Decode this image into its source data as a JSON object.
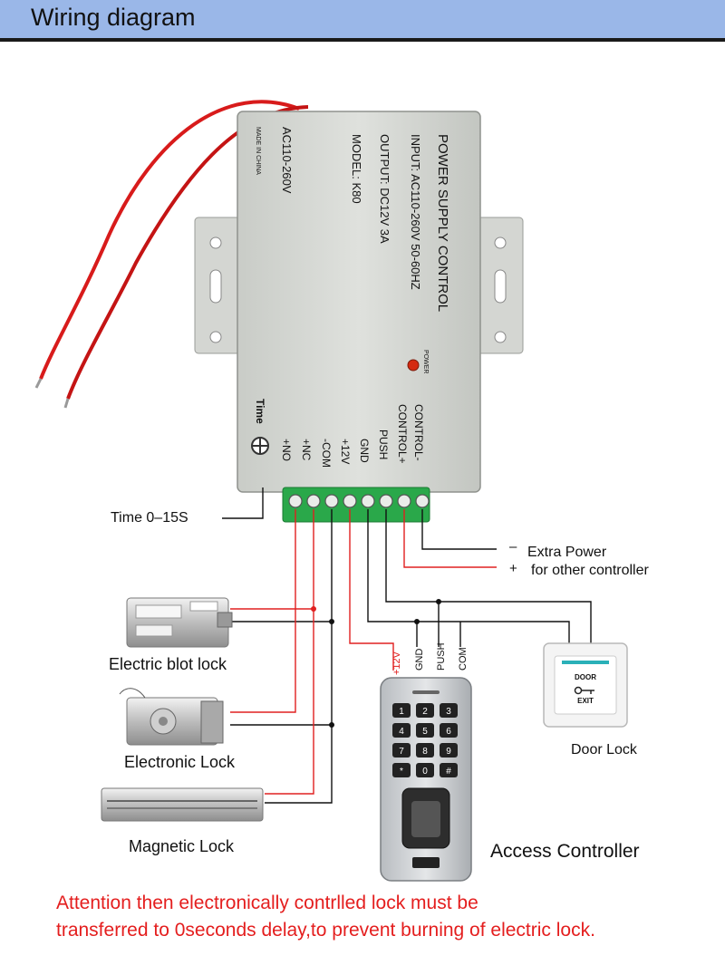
{
  "header": {
    "title": "Wiring diagram"
  },
  "power_supply": {
    "brand_line": "POWER SUPPLY CONTROL",
    "input_line": "INPUT: AC110-260V 50-60HZ",
    "output_line": "OUTPUT: DC12V 3A",
    "model_line": "MODEL: K80",
    "ac_line": "AC110-260V",
    "made_in": "MADE IN CHINA",
    "power_led_label": "POWER",
    "time_label": "Time",
    "terminals": [
      "+NO",
      "+NC",
      "-COM",
      "+12V",
      "GND",
      "PUSH",
      "CONTROL+",
      "CONTROL-"
    ]
  },
  "callouts": {
    "time_range": "Time    0–15S",
    "extra_minus": "–",
    "extra_power": "Extra Power",
    "extra_plus": "+",
    "other_controller": "for other controller"
  },
  "access_wires": {
    "v12": "+12V",
    "gnd": "GND",
    "push": "PUSH",
    "com": "COM"
  },
  "devices": {
    "blot_lock": "Electric blot lock",
    "electronic_lock": "Electronic Lock",
    "magnetic_lock": "Magnetic Lock",
    "access_controller": "Access Controller",
    "door_lock": "Door Lock",
    "exit_door": "DOOR",
    "exit_exit": "EXIT"
  },
  "keypad": [
    "1",
    "2",
    "3",
    "4",
    "5",
    "6",
    "7",
    "8",
    "9",
    "*",
    "0",
    "#"
  ],
  "attention": {
    "line1": "Attention then electronically contrlled lock must be",
    "line2": "transferred to 0seconds delay,to prevent burning of electric lock."
  },
  "colors": {
    "header": "#9ab7e8",
    "red_wire": "#e02020",
    "black_wire": "#111111",
    "terminal_green": "#2aa84a",
    "attention": "#e41e1e"
  }
}
